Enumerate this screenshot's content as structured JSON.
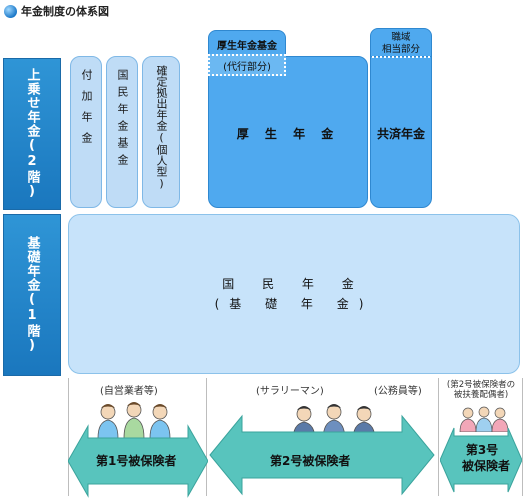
{
  "title": "年金制度の体系図",
  "side_labels": {
    "upper": "上乗せ年金(2階)",
    "lower": "基礎年金(1階)"
  },
  "pillars": {
    "fuka": "付加年金",
    "kokumin_kikin": "国民年金基金",
    "kakutei": "確定拠出年金(個人型)"
  },
  "kosei": {
    "kikin": "厚生年金基金",
    "daiko": "(代行部分)",
    "main": "厚 生 年 金"
  },
  "kyosai": {
    "shokuiki_line1": "職域",
    "shokuiki_line2": "相当部分",
    "main": "共済年金"
  },
  "kiso": {
    "line1": "国 民 年 金",
    "line2": "(基 礎 年 金)"
  },
  "groups": {
    "g1_sub": "(自営業者等)",
    "g2_sub": "(サラリーマン)",
    "g2b_sub": "(公務員等)",
    "g3_sub_line1": "(第2号被保険者の",
    "g3_sub_line2": "被扶養配偶者)"
  },
  "arrows": {
    "a1": "第1号被保険者",
    "a2": "第2号被保険者",
    "a3_line1": "第3号",
    "a3_line2": "被保険者"
  },
  "colors": {
    "dark_blue": "#1a77be",
    "mid_blue": "#4fa9ef",
    "light_blue": "#c7e3fa",
    "teal": "#58c4bd"
  }
}
